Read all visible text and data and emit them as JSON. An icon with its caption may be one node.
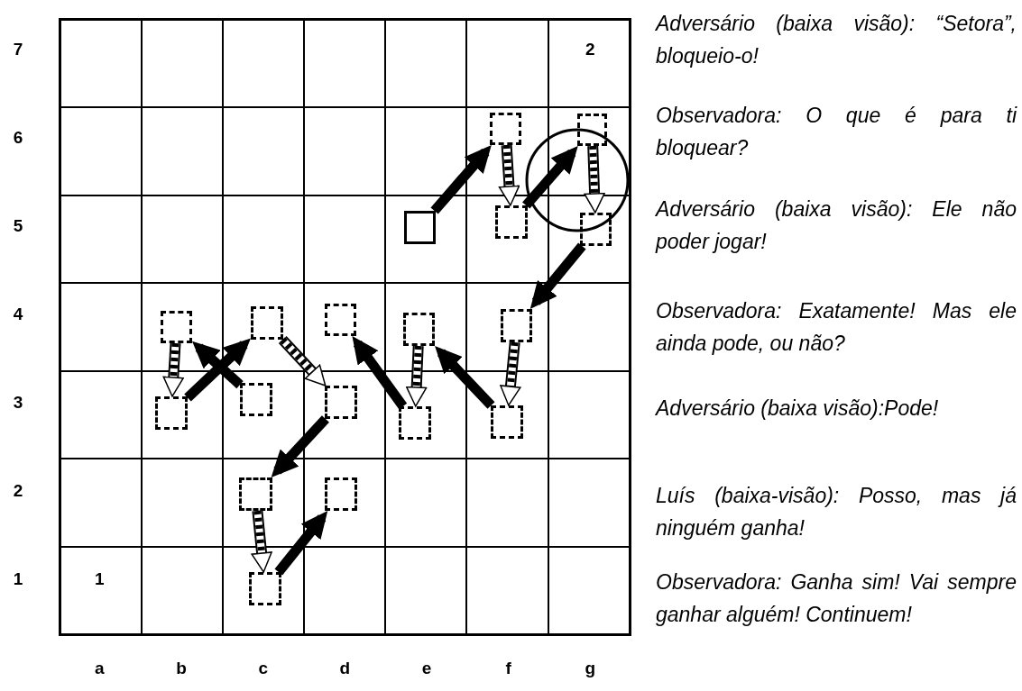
{
  "diagram": {
    "nodes": [
      {
        "text": [],
        "shape": "box"
      },
      {
        "text": [],
        "shape": "box"
      },
      {
        "text": [],
        "shape": "square"
      },
      {
        "text": [],
        "shape": "box"
      },
      {
        "text": [],
        "shape": "box"
      },
      {
        "text": [],
        "shape": "box"
      },
      {
        "text": [],
        "shape": "box"
      },
      {
        "text": [],
        "shape": "box"
      },
      {
        "text": [],
        "shape": "box"
      },
      {
        "text": [],
        "shape": "box"
      },
      {
        "text": [],
        "shape": "box"
      },
      {
        "text": [],
        "shape": "box"
      },
      {
        "text": [],
        "shape": "box"
      },
      {
        "text": [],
        "shape": "box"
      },
      {
        "text": [],
        "shape": "box"
      },
      {
        "text": [],
        "shape": "box"
      },
      {
        "text": [],
        "shape": "box"
      },
      {
        "text": [],
        "shape": "box"
      }
    ],
    "edges": [
      {
        "from": 2,
        "to": 0,
        "arrow": "to"
      },
      {
        "from": 0,
        "to": 3,
        "arrow": "to",
        "style": "dashed"
      },
      {
        "from": 3,
        "to": 1,
        "arrow": "to"
      },
      {
        "from": 1,
        "to": 4,
        "arrow": "to",
        "style": "dashed"
      },
      {
        "from": 4,
        "to": 9,
        "arrow": "to"
      },
      {
        "from": 5,
        "to": 10,
        "arrow": "to",
        "style": "dashed"
      },
      {
        "from": 10,
        "to": 6,
        "arrow": "to"
      },
      {
        "from": 11,
        "to": 5,
        "arrow": "to"
      },
      {
        "from": 6,
        "to": 12,
        "arrow": "to",
        "style": "dashed"
      },
      {
        "from": 13,
        "to": 7,
        "arrow": "to"
      },
      {
        "from": 8,
        "to": 13,
        "arrow": "to",
        "style": "dashed"
      },
      {
        "from": 14,
        "to": 8,
        "arrow": "to"
      },
      {
        "from": 9,
        "to": 14,
        "arrow": "to",
        "style": "dashed"
      },
      {
        "from": 12,
        "to": 15,
        "arrow": "to"
      },
      {
        "from": 15,
        "to": 17,
        "arrow": "to",
        "style": "dashed"
      },
      {
        "from": 17,
        "to": 16,
        "arrow": "to"
      }
    ],
    "labels": [
      "7",
      "2",
      "6",
      "5",
      "4",
      "3",
      "2",
      "1",
      "1",
      "a",
      "b",
      "c",
      "d",
      "e",
      "f",
      "g",
      "Adversário (baixa visão): “Setora”, bloqueio-o!",
      "Observadora: O que é para ti bloquear?",
      "Adversário (baixa visão): Ele não poder jogar!",
      "Observadora: Exatamente! Mas ele ainda pode, ou não?",
      "Adversário (baixa visão):Pode!",
      "Luís (baixa-visão): Posso, mas já ninguém ganha!",
      "Observadora: Ganha sim! Vai sempre ganhar alguém! Continuem!"
    ]
  }
}
